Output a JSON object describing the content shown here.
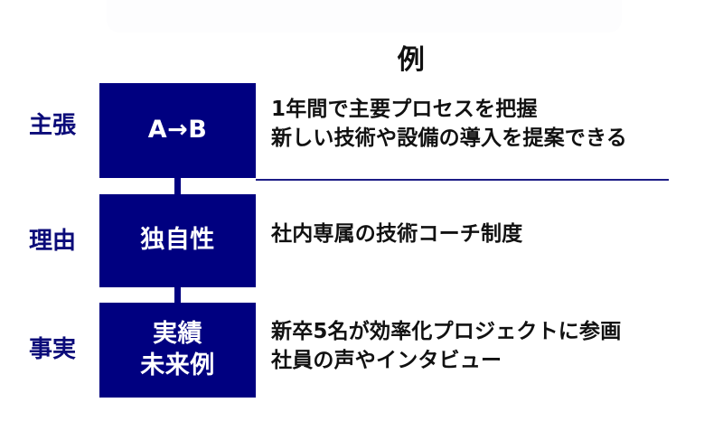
{
  "slide": {
    "title": "例",
    "accent_color": "#000080",
    "label_color": "#0b0b79",
    "text_color": "#111111",
    "background_color": "#ffffff"
  },
  "rows": [
    {
      "label": "主張",
      "node_lines": [
        "A→B"
      ],
      "detail_lines": [
        "1年間で主要プロセスを把握",
        "新しい技術や設備の導入を提案できる"
      ]
    },
    {
      "label": "理由",
      "node_lines": [
        "独自性"
      ],
      "detail_lines": [
        "社内専属の技術コーチ制度"
      ]
    },
    {
      "label": "事実",
      "node_lines": [
        "実績",
        "未来例"
      ],
      "detail_lines": [
        "新卒5名が効率化プロジェクトに参画",
        "社員の声やインタビュー"
      ]
    }
  ],
  "connectors": [
    {
      "name": "claim-to-reason"
    },
    {
      "name": "reason-to-fact"
    }
  ],
  "divider": {
    "name": "claim-row-underline"
  }
}
